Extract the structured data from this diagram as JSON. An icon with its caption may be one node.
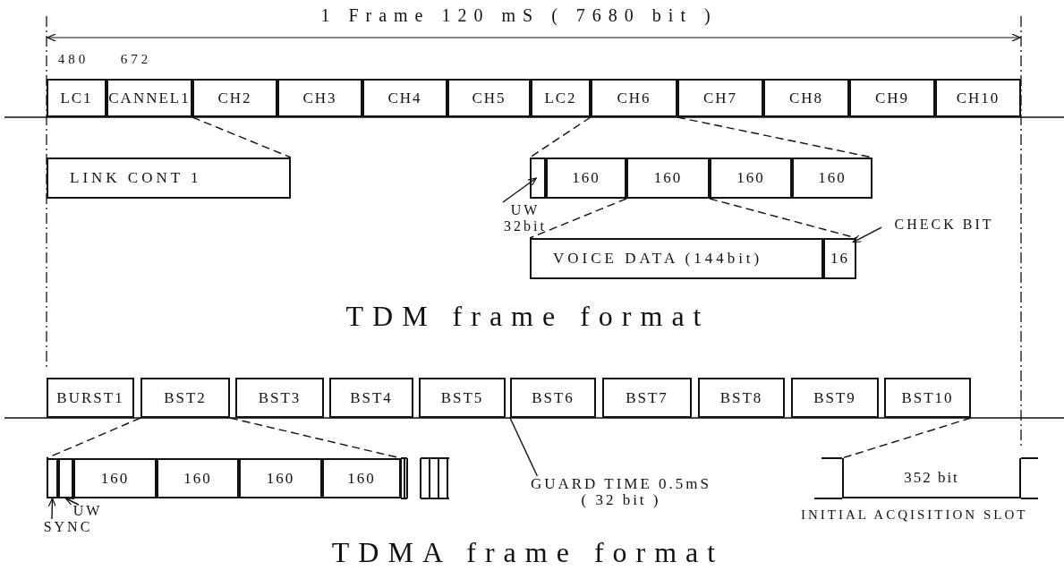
{
  "diagram": {
    "nodes": [
      {
        "text": [
          "LC1"
        ]
      },
      {
        "text": [
          "CANNEL1"
        ]
      },
      {
        "text": [
          "CH2"
        ]
      },
      {
        "text": [
          "CH3"
        ]
      },
      {
        "text": [
          "CH4"
        ]
      },
      {
        "text": [
          "CH5"
        ]
      },
      {
        "text": [
          "LC2"
        ]
      },
      {
        "text": [
          "CH6"
        ]
      },
      {
        "text": [
          "CH7"
        ]
      },
      {
        "text": [
          "CH8"
        ]
      },
      {
        "text": [
          "CH9"
        ]
      },
      {
        "text": [
          "CH10"
        ]
      },
      {
        "text": [
          "LINK CONT 1"
        ]
      },
      {
        "text": [],
        "shape": "box"
      },
      {
        "text": [
          "160"
        ]
      },
      {
        "text": [
          "160"
        ]
      },
      {
        "text": [
          "160"
        ]
      },
      {
        "text": [
          "160"
        ]
      },
      {
        "text": [
          "VOICE DATA (144bit)"
        ]
      },
      {
        "text": [
          "16"
        ]
      },
      {
        "text": [
          "UW 32bit"
        ]
      },
      {
        "text": [
          "CHECK BIT"
        ]
      },
      {
        "text": [
          "BURST1"
        ]
      },
      {
        "text": [
          "BST2"
        ]
      },
      {
        "text": [
          "BST3"
        ]
      },
      {
        "text": [
          "BST4"
        ]
      },
      {
        "text": [
          "BST5"
        ]
      },
      {
        "text": [
          "BST6"
        ]
      },
      {
        "text": [
          "BST7"
        ]
      },
      {
        "text": [
          "BST8"
        ]
      },
      {
        "text": [
          "BST9"
        ]
      },
      {
        "text": [
          "BST10"
        ]
      },
      {
        "text": [],
        "shape": "box"
      },
      {
        "text": [],
        "shape": "box"
      },
      {
        "text": [
          "160"
        ]
      },
      {
        "text": [
          "160"
        ]
      },
      {
        "text": [
          "160"
        ]
      },
      {
        "text": [
          "160"
        ]
      },
      {
        "text": [
          "352 bit"
        ],
        "beside": [
          "INITIAL ACQISITION SLOT"
        ]
      },
      {
        "text": [
          "GUARD TIME 0.5mS ( 32 bit )"
        ]
      },
      {
        "text": [
          "SYNC"
        ]
      },
      {
        "text": [
          "UW"
        ]
      }
    ],
    "edges": [
      {
        "from": 1,
        "to": 12,
        "arrow": "none",
        "style": "dashed"
      },
      {
        "from": 7,
        "to": 13,
        "arrow": "none",
        "style": "dashed"
      },
      {
        "from": 7,
        "to": 17,
        "arrow": "none",
        "style": "dashed"
      },
      {
        "from": 15,
        "to": 18,
        "arrow": "none",
        "style": "dashed"
      },
      {
        "from": 15,
        "to": 19,
        "arrow": "none",
        "style": "dashed"
      },
      {
        "from": 20,
        "to": 13,
        "arrow": "to"
      },
      {
        "from": 21,
        "to": 19,
        "arrow": "to"
      },
      {
        "from": 23,
        "to": 32,
        "arrow": "none",
        "style": "dashed"
      },
      {
        "from": 23,
        "to": 37,
        "arrow": "none",
        "style": "dashed"
      },
      {
        "from": 31,
        "to": 38,
        "arrow": "none",
        "style": "dashed"
      },
      {
        "from": 39,
        "to": 27,
        "arrow": "none"
      },
      {
        "from": 40,
        "to": 32,
        "arrow": "to"
      },
      {
        "from": 41,
        "to": 33,
        "arrow": "to"
      }
    ],
    "labels": [
      "1 Frame 120 mS ( 7680 bit )",
      "480",
      "672",
      "TDM frame format",
      "TDMA frame format"
    ]
  }
}
